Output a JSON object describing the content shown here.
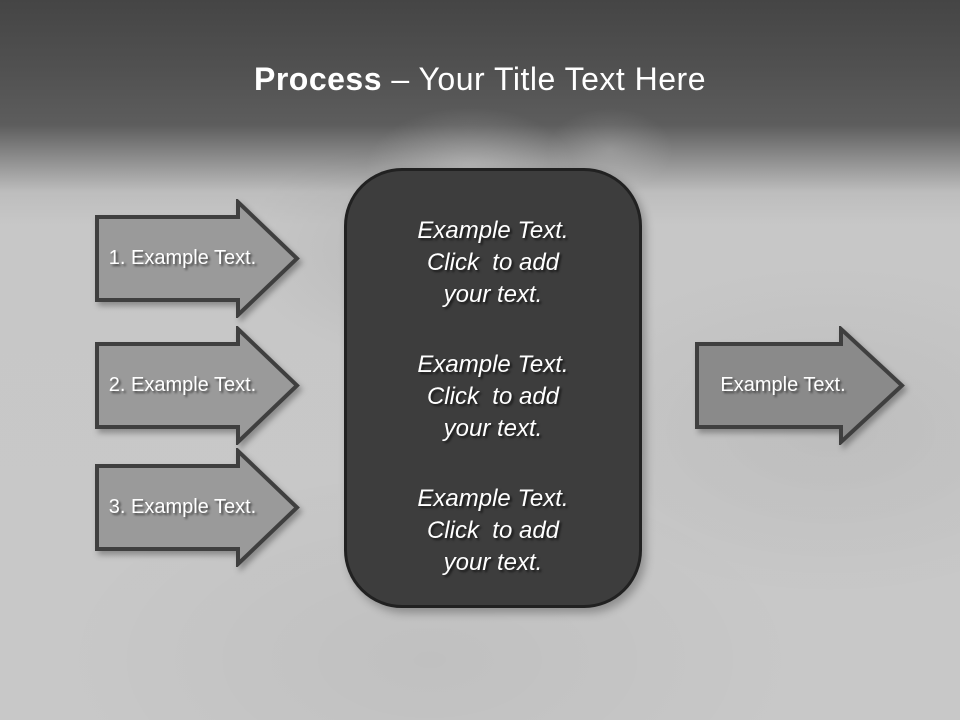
{
  "slide": {
    "title": {
      "bold": "Process",
      "rest": " – Your Title Text Here"
    },
    "left_arrows": [
      {
        "label": "1. Example Text."
      },
      {
        "label": "2. Example Text."
      },
      {
        "label": "3. Example Text."
      }
    ],
    "right_arrow": {
      "label": "Example Text."
    },
    "center_box": {
      "blocks": [
        "Example Text.\nClick  to add\nyour text.",
        "Example Text.\nClick  to add\nyour text.",
        "Example Text.\nClick  to add\nyour text."
      ]
    }
  },
  "colors": {
    "title_color": "#ffffff",
    "header_top": "#454545",
    "header_bottom": "#5d5d5d",
    "body_bg": "#c8c8c8",
    "arrow_fill_left": "#9a9a9a",
    "arrow_fill_right": "#8a8a8a",
    "arrow_border": "#3f3f3f",
    "box_fill": "#3d3d3d",
    "box_border": "#212121"
  }
}
